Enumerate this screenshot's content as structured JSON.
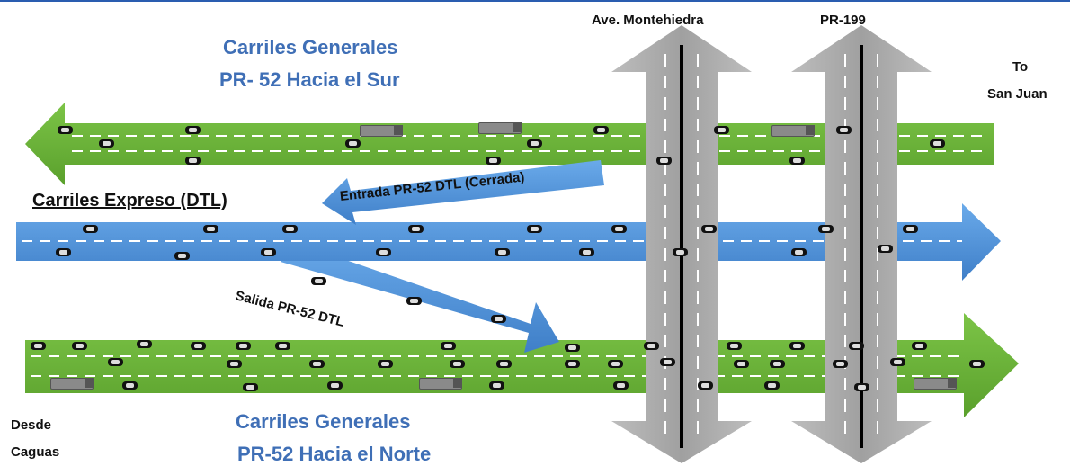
{
  "labels": {
    "sur_line1": "Carriles Generales",
    "sur_line2": "PR- 52 Hacia el Sur",
    "norte_line1": "Carriles Generales",
    "norte_line2": "PR-52 Hacia el Norte",
    "express": "Carriles Expreso (DTL)",
    "entrada": "Entrada PR-52 DTL (Cerrada)",
    "salida": "Salida PR-52 DTL",
    "montehiedra": "Ave. Montehiedra",
    "pr199": "PR-199",
    "to_line1": "To",
    "to_line2": "San Juan",
    "desde_line1": "Desde",
    "desde_line2": "Caguas"
  },
  "colors": {
    "general_lanes": "#6bb33a",
    "express_lanes": "#4d8fd6",
    "overpass": "#a6a6a6",
    "title_text": "#3f6fb6"
  }
}
